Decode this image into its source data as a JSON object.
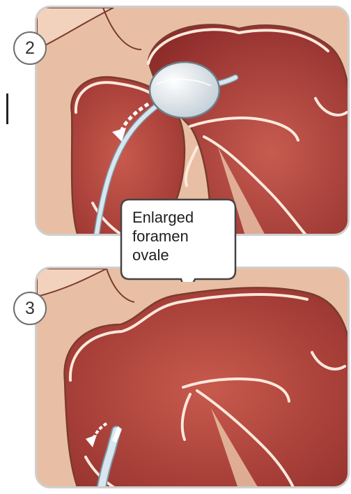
{
  "steps": [
    {
      "number": "2"
    },
    {
      "number": "3"
    }
  ],
  "callout": {
    "text": "Enlarged\nforamen\novale"
  },
  "colors": {
    "tissue_light": "#e8bfa4",
    "chamber_red": "#b8473f",
    "chamber_dark": "#8f2d2b",
    "outline": "#7a3b2e",
    "wall_highlight": "#fbe9dc",
    "catheter": "#d8e6ef",
    "balloon": "#e6edf2",
    "arrow": "#ffffff"
  },
  "icons": {
    "balloon": "balloon-catheter-icon",
    "motion_arrow": "curved-arrow-icon",
    "catheter_tip": "catheter-tip-icon"
  }
}
